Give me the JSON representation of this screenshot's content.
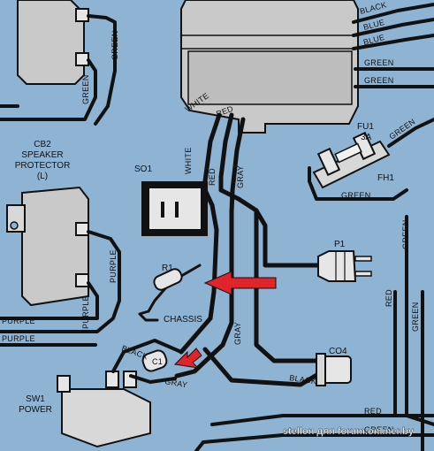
{
  "labels": {
    "cb2_line1": "CB2",
    "cb2_line2": "SPEAKER",
    "cb2_line3": "PROTECTOR",
    "cb2_line4": "(L)",
    "so1": "SO1",
    "r1": "R1",
    "chassis": "CHASSIS",
    "p1": "P1",
    "fu1": "FU1",
    "fu1_rating": "3A",
    "fh1": "FH1",
    "co4": "CO4",
    "c1": "C1",
    "sw1_line1": "SW1",
    "sw1_line2": "POWER"
  },
  "wire_labels": {
    "green_top": "GREEN",
    "green_left": "GREEN",
    "black_top": "BLACK",
    "blue_1": "BLUE",
    "blue_2": "BLUE",
    "green_tr1": "GREEN",
    "green_tr2": "GREEN",
    "white_diag": "WHITE",
    "red_diag": "RED",
    "white_v": "WHITE",
    "red_v": "RED",
    "gray_v": "GRAY",
    "green_fu": "GREEN",
    "green_fh": "GREEN",
    "purple_cb": "PURPLE",
    "purple_cb2": "PURPLE",
    "purple_l1": "PURPLE",
    "purple_l2": "PURPLE",
    "gray_mid": "GRAY",
    "black_sw": "BLACK",
    "gray_sw": "GRAY",
    "black_co4": "BLACK",
    "red_right": "RED",
    "green_right": "GREEN",
    "green_right2": "GREEN",
    "red_bottom": "RED",
    "green_bottom": "GREEN"
  },
  "watermark": "stellon для forum.onliner.by",
  "colors": {
    "background": "#8fb3d3",
    "arrow": "#e0242a"
  }
}
